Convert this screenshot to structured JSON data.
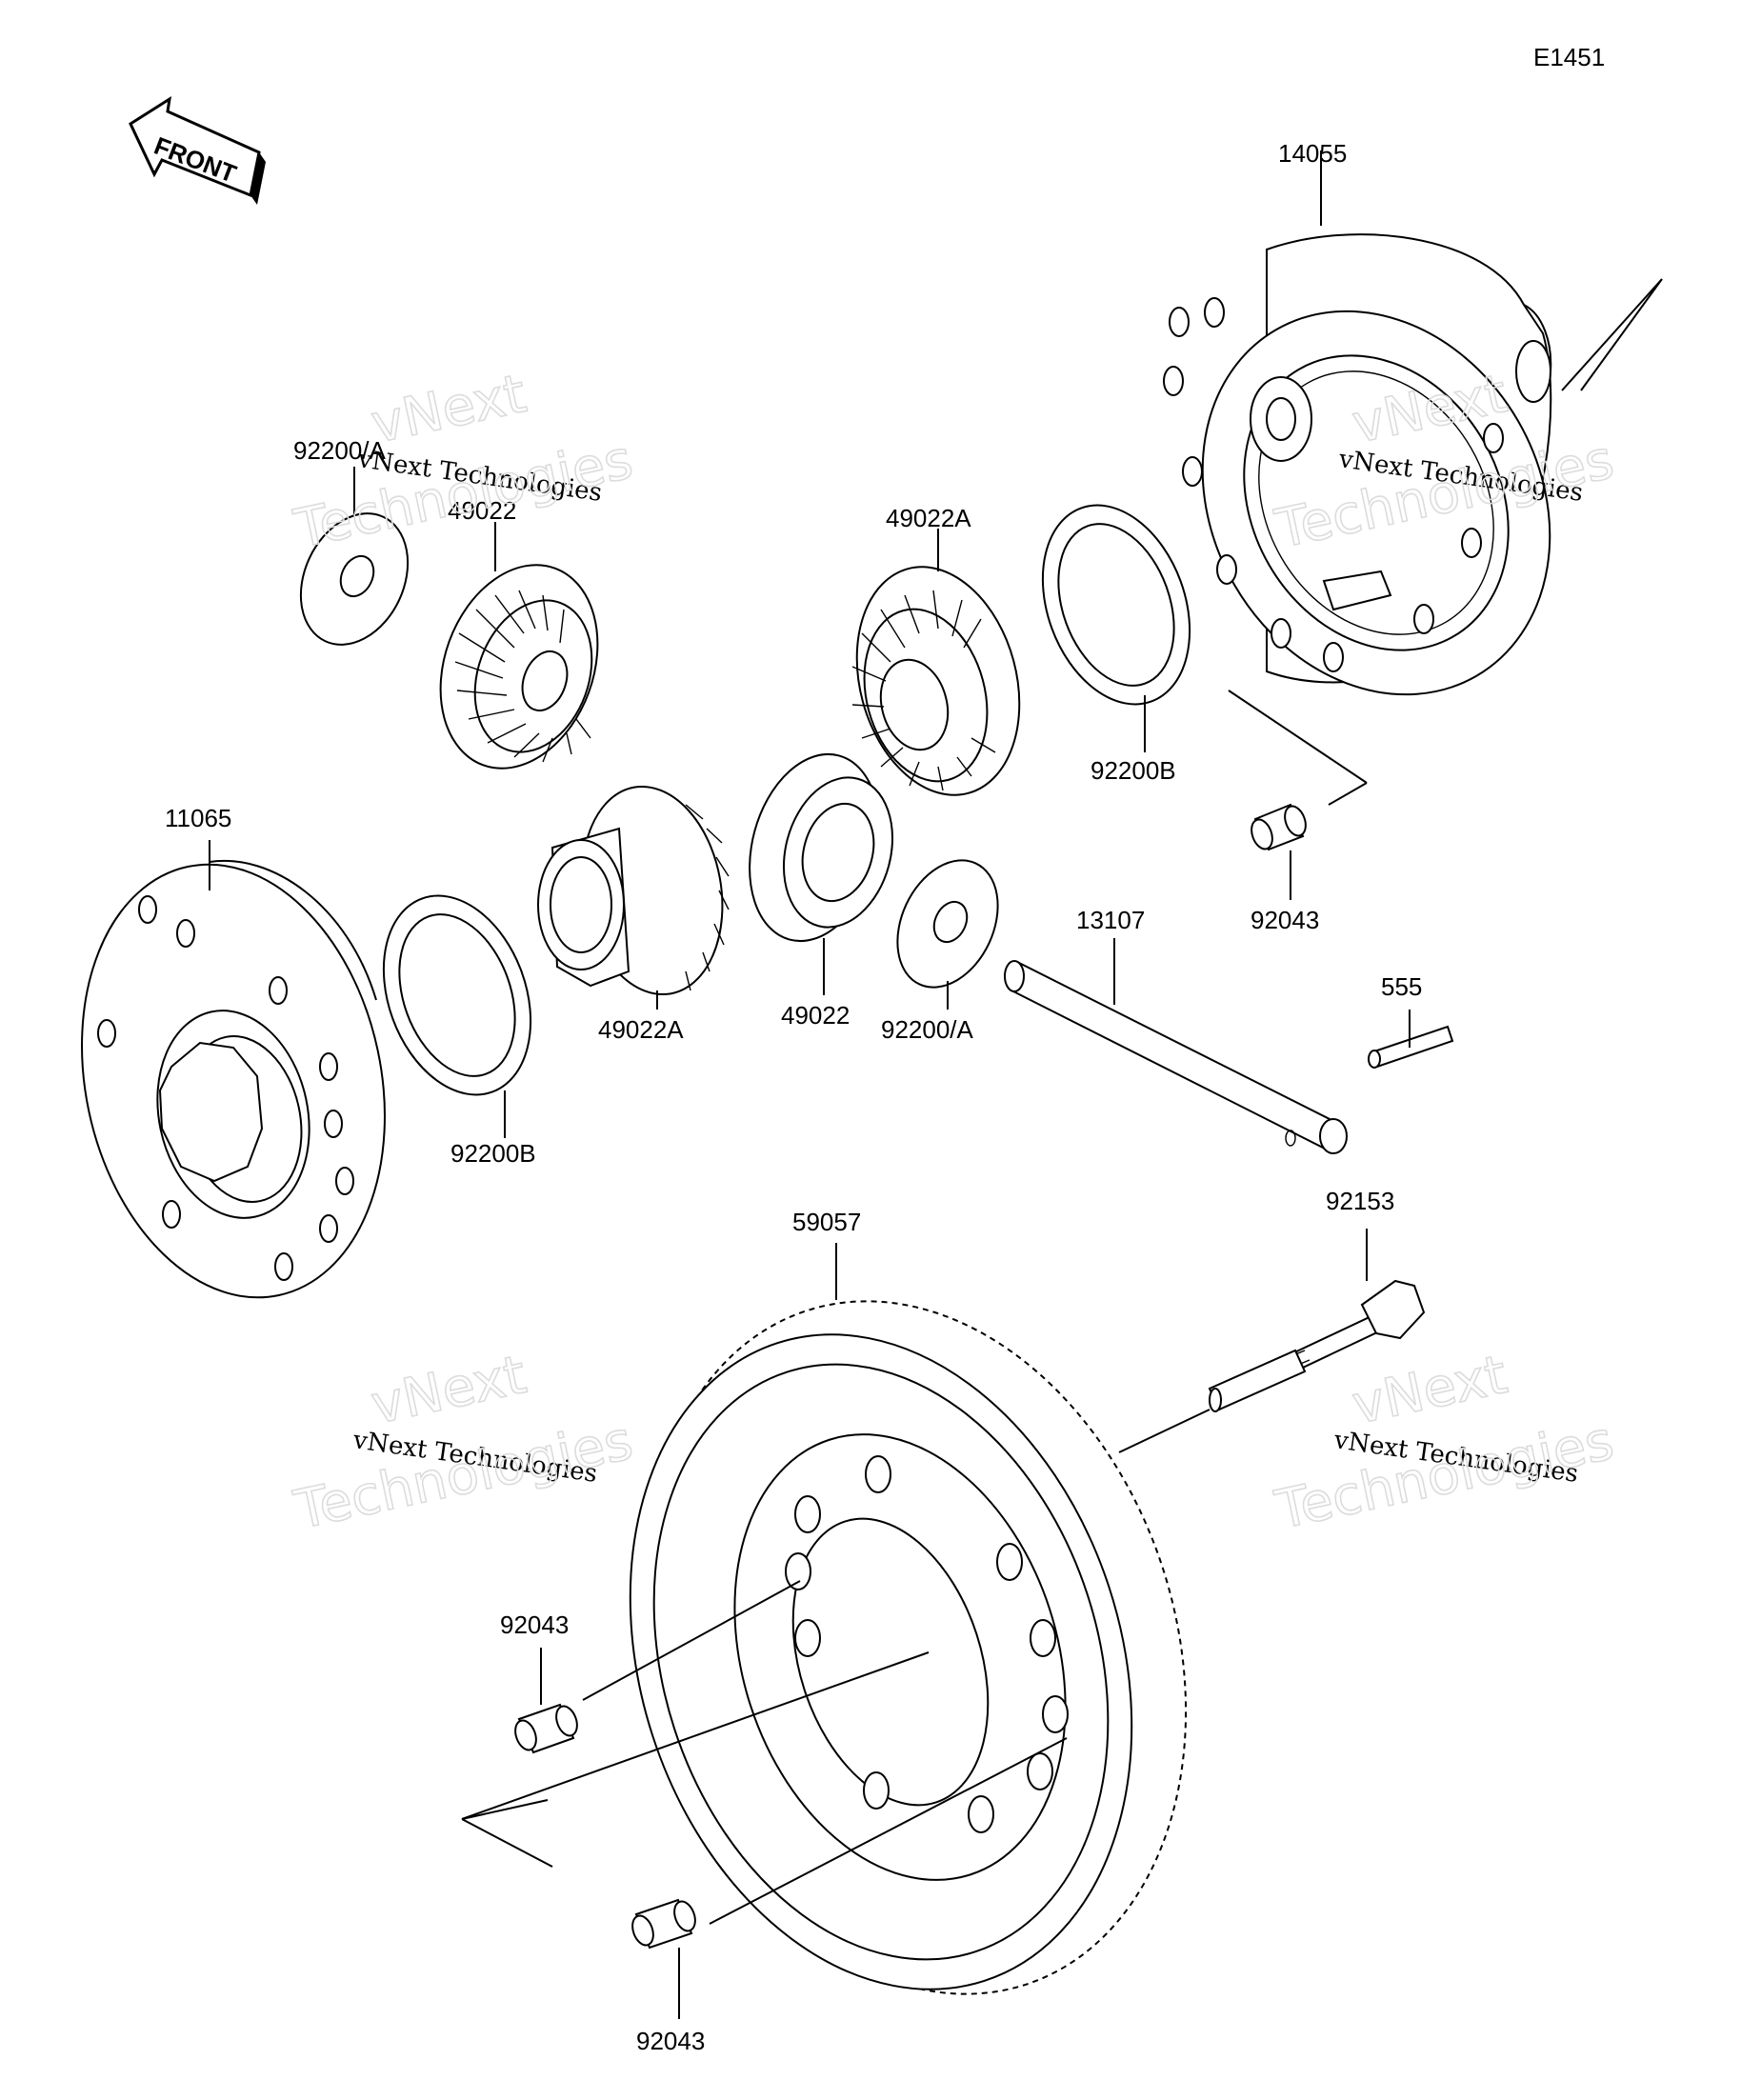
{
  "diagram_id": "E1451",
  "front_label": "FRONT",
  "watermark": {
    "brand": "vNext",
    "company": "vNext Technologies",
    "word": "Technologies"
  },
  "parts": {
    "p14055": "14055",
    "p92200_tl": "92200/A",
    "p49022_top": "49022",
    "p49022a_top": "49022A",
    "p92200b_top": "92200B",
    "p92043_top": "92043",
    "p11065": "11065",
    "p92200b_mid": "92200B",
    "p49022a_mid": "49022A",
    "p49022_mid": "49022",
    "p92200a_mid": "92200/A",
    "p13107": "13107",
    "p555": "555",
    "p59057": "59057",
    "p92153": "92153",
    "p92043_left": "92043",
    "p92043_bottom": "92043"
  }
}
